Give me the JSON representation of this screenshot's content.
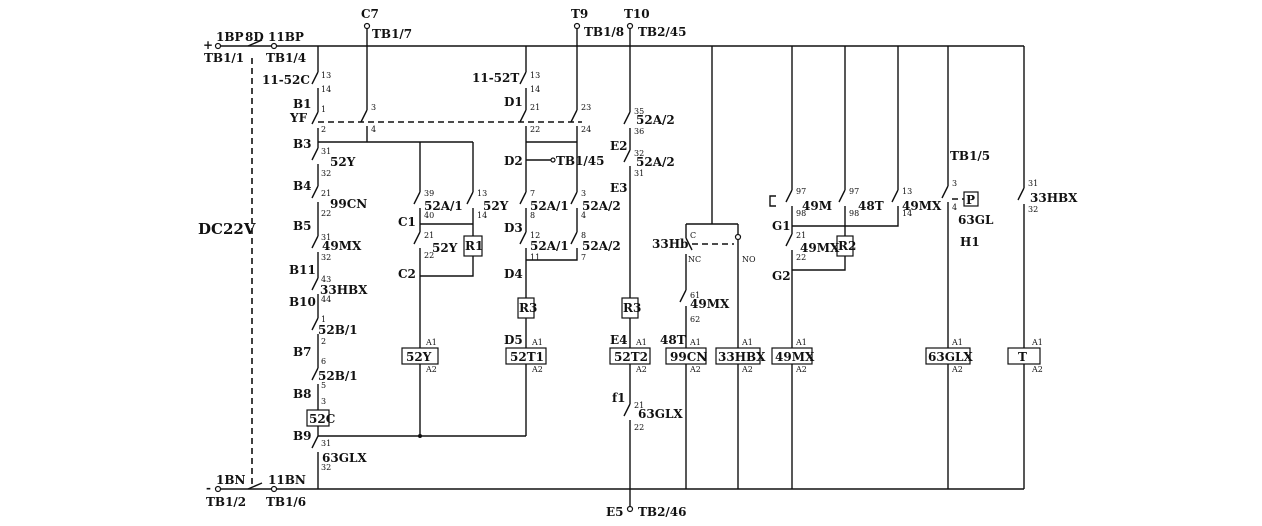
{
  "rail": {
    "plus": "+",
    "minus": "-",
    "top_left": [
      "1BP",
      "8D",
      "11BP",
      "TB1/1",
      "TB1/4"
    ],
    "bottom_left": [
      "1BN",
      "11BN",
      "TB1/2",
      "TB1/6"
    ],
    "supply": "DC22V",
    "top_terms": [
      "C7",
      "TB1/7",
      "T9",
      "TB1/8",
      "T10",
      "TB2/45"
    ],
    "bottom_terms": [
      "E5",
      "TB2/46"
    ]
  },
  "col1": {
    "nodes": [
      "11-52C",
      "B1",
      "YF",
      "B3",
      "B4",
      "B5",
      "B11",
      "B10",
      "B7",
      "B8",
      "B9"
    ],
    "contacts": [
      "52Y",
      "99CN",
      "49MX",
      "33HBX",
      "52B/1",
      "52B/1",
      "63GLX"
    ],
    "coil": "52C",
    "pins": [
      "13",
      "14",
      "1",
      "2",
      "31",
      "32",
      "21",
      "22",
      "31",
      "32",
      "43",
      "44",
      "1",
      "2",
      "6",
      "5",
      "3",
      "31",
      "32"
    ]
  },
  "col2": {
    "nodes": [
      "C1",
      "C2"
    ],
    "contacts": [
      "52A/1",
      "52Y",
      "52Y"
    ],
    "relay": "R1",
    "coil": "52Y",
    "pins": [
      "3",
      "4",
      "39",
      "40",
      "13",
      "14",
      "21",
      "22",
      "A1",
      "A2"
    ]
  },
  "col3": {
    "nodes": [
      "11-52T",
      "D1",
      "D2",
      "TB1/45",
      "D3",
      "D4",
      "D5"
    ],
    "contacts": [
      "52A/1",
      "52A/2",
      "52A/1",
      "52A/2"
    ],
    "relay": "R3",
    "coil": "52T1",
    "pins": [
      "13",
      "14",
      "21",
      "22",
      "23",
      "24",
      "7",
      "8",
      "3",
      "4",
      "12",
      "11",
      "8",
      "7",
      "A1",
      "A2"
    ]
  },
  "col4": {
    "nodes": [
      "E2",
      "E3",
      "E4",
      "f1"
    ],
    "contacts": [
      "52A/2",
      "52A/2",
      "63GLX"
    ],
    "relay": "R3",
    "coil": "52T2",
    "pins": [
      "35",
      "36",
      "32",
      "31",
      "A1",
      "A2",
      "21",
      "22"
    ]
  },
  "col5": {
    "relay_name": "33Hb",
    "contact_labels": [
      "C",
      "NC",
      "NO"
    ],
    "contacts": [
      "49MX"
    ],
    "coils": [
      "99CN",
      "33HBX"
    ],
    "coil_tag": "48T",
    "pins": [
      "61",
      "62",
      "A1",
      "A2",
      "A1",
      "A2"
    ]
  },
  "col6": {
    "nodes": [
      "G1",
      "G2"
    ],
    "contacts": [
      "49M",
      "48T",
      "49MX",
      "49MX"
    ],
    "relay": "R2",
    "coil": "49MX",
    "pins": [
      "97",
      "98",
      "97",
      "98",
      "13",
      "14",
      "21",
      "22",
      "A1",
      "A2"
    ]
  },
  "col7": {
    "terminal": "TB1/5",
    "contact": "63GL",
    "gauge": "P",
    "node": "H1",
    "coil": "63GLX",
    "pins": [
      "3",
      "4",
      "A1",
      "A2"
    ]
  },
  "col8": {
    "contact": "33HBX",
    "coil": "T",
    "pins": [
      "31",
      "32",
      "A1",
      "A2"
    ]
  }
}
